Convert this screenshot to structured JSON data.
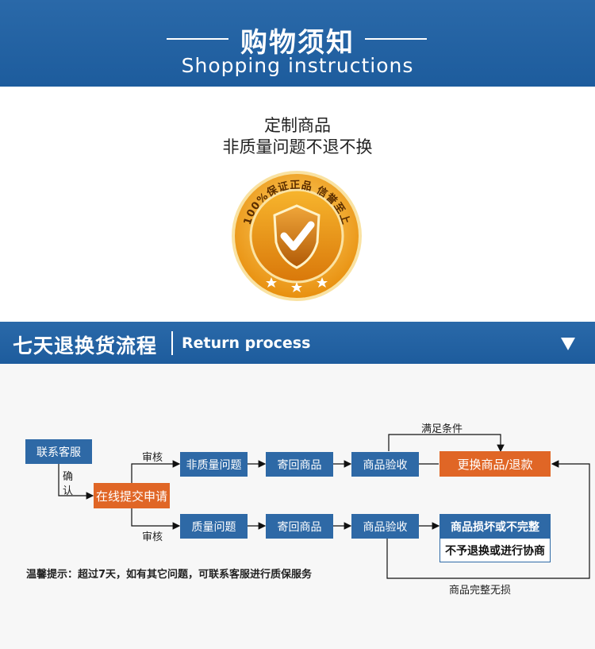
{
  "header": {
    "title": "购物须知",
    "subtitle": "Shopping instructions"
  },
  "custom": {
    "line1": "定制商品",
    "line2": "非质量问题不退不换",
    "seal_text": "100%保证正品 信誉至上"
  },
  "section": {
    "title_cn": "七天退换货流程",
    "title_en": "Return process"
  },
  "flow": {
    "contact": "联系客服",
    "confirm1": "确",
    "confirm2": "认",
    "submit": "在线提交申请",
    "review_top": "审核",
    "review_bottom": "审核",
    "non_quality": "非质量问题",
    "quality": "质量问题",
    "return_top": "寄回商品",
    "return_bottom": "寄回商品",
    "inspect_top": "商品验收",
    "inspect_bottom": "商品验收",
    "meet_condition": "满足条件",
    "exchange": "更换商品/退款",
    "damaged": "商品损坏或不完整",
    "no_return": "不予退换或进行协商",
    "intact": "商品完整无损",
    "tip": "温馨提示：超过7天，如有其它问题，可联系客服进行质保服务"
  },
  "colors": {
    "brand_blue": "#2e69a6",
    "accent_orange": "#e06626",
    "seal_gold": "#f0a21e"
  },
  "icons": {
    "section_toggle": "triangle-down-icon",
    "seal": "shield-check-icon"
  }
}
